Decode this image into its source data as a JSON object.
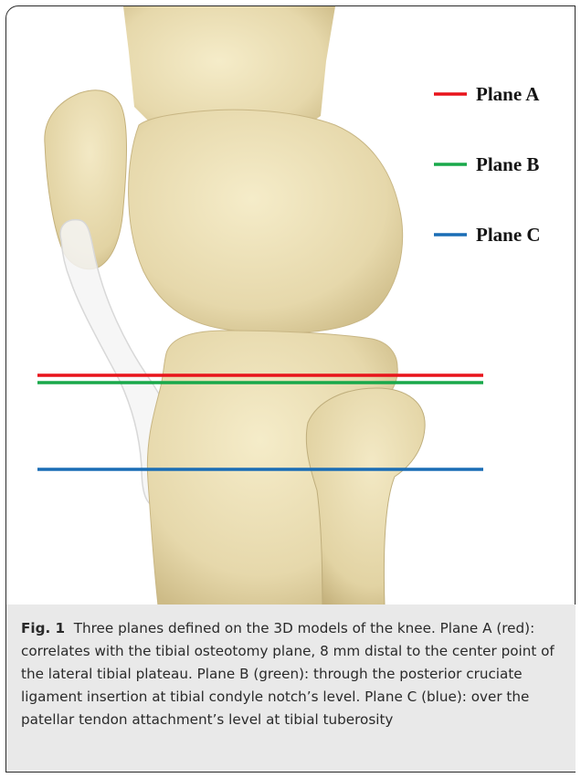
{
  "figure": {
    "legend": [
      {
        "label": "Plane A",
        "color": "#e8141b"
      },
      {
        "label": "Plane B",
        "color": "#19a84a"
      },
      {
        "label": "Plane C",
        "color": "#1a6db5"
      }
    ],
    "caption": {
      "label": "Fig. 1",
      "text": "Three planes defined on the 3D models of the knee. Plane A (red): correlates with the tibial osteotomy plane, 8 mm distal to the center point of the lateral tibial plateau. Plane B (green): through the posterior cruciate ligament insertion at tibial condyle notch’s level. Plane C (blue): over the patellar tendon attachment’s level at tibial tuberosity"
    },
    "colors": {
      "bone": "#ebdfb6",
      "bone_shadow": "#c9b98a",
      "caption_background": "#e9e9e9"
    }
  }
}
